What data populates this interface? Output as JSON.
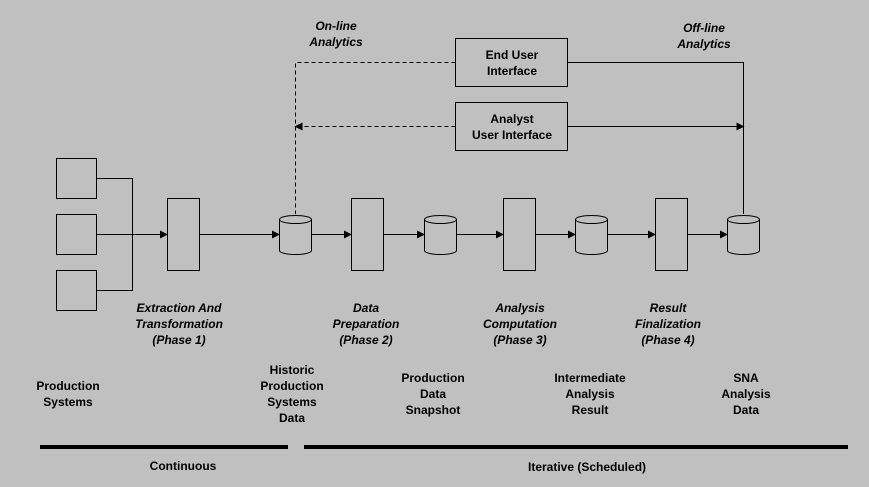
{
  "diagram": {
    "title": "SNA analytics data flow",
    "background": "#c0c0c0",
    "stroke": "#000000",
    "top_labels": {
      "online": "On-line\nAnalytics",
      "offline": "Off-line\nAnalytics"
    },
    "interfaces": {
      "end_user": "End User\nInterface",
      "analyst": "Analyst\nUser Interface"
    },
    "phases": [
      {
        "label": "Extraction And\nTransformation\n(Phase 1)"
      },
      {
        "label": "Data\nPreparation\n(Phase 2)"
      },
      {
        "label": "Analysis\nComputation\n(Phase 3)"
      },
      {
        "label": "Result\nFinalization\n(Phase 4)"
      }
    ],
    "stores": [
      {
        "label": "Production\nSystems"
      },
      {
        "label": "Historic\nProduction\nSystems\nData"
      },
      {
        "label": "Production\nData\nSnapshot"
      },
      {
        "label": "Intermediate\nAnalysis\nResult"
      },
      {
        "label": "SNA\nAnalysis\nData"
      }
    ],
    "timelines": {
      "continuous": "Continuous",
      "iterative": "Iterative (Scheduled)"
    }
  }
}
